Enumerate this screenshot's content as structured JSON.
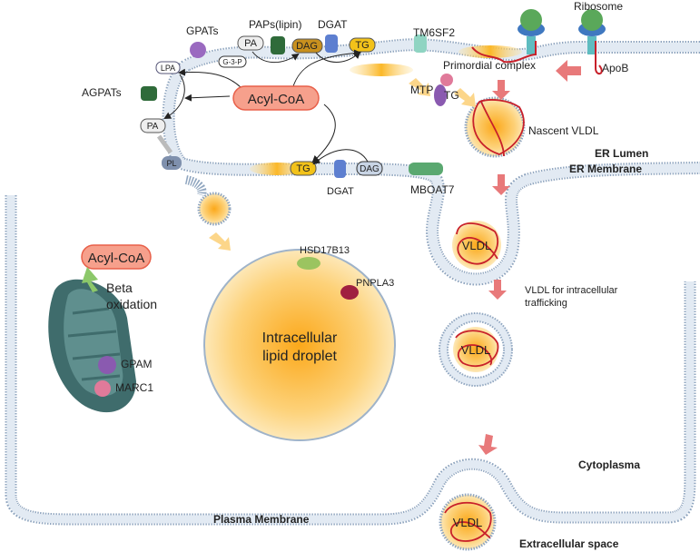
{
  "labels": {
    "gpats": "GPATs",
    "paps": "PAPs(lipin)",
    "dgat_top": "DGAT",
    "tm6sf2": "TM6SF2",
    "ribosome": "Ribosome",
    "primordial": "Primordial complex",
    "apob": "ApoB",
    "mtp": "MTP",
    "tg_mtp": "TG",
    "agpats": "AGPATs",
    "acyl_coa_main": "Acyl-CoA",
    "nascent_vldl": "Nascent VLDL",
    "er_lumen": "ER Lumen",
    "er_membrane": "ER Membrane",
    "dgat_bottom": "DGAT",
    "mboat7": "MBOAT7",
    "hsd17b13": "HSD17B13",
    "pnpla3": "PNPLA3",
    "acyl_coa_mito": "Acyl-CoA",
    "beta_ox_1": "Beta",
    "beta_ox_2": "oxidation",
    "gpam": "GPAM",
    "marc1": "MARC1",
    "lipid_droplet_1": "Intracellular",
    "lipid_droplet_2": "lipid droplet",
    "vldl_traffic_1": "VLDL for intracellular",
    "vldl_traffic_2": "trafficking",
    "vldl_1": "VLDL",
    "vldl_2": "VLDL",
    "vldl_3": "VLDL",
    "cytoplasma": "Cytoplasma",
    "plasma_membrane": "Plasma Membrane",
    "extracellular": "Extracellular space"
  },
  "pills": {
    "pa_top": "PA",
    "dag_top": "DAG",
    "tg_top": "TG",
    "g3p": "G-3-P",
    "lpa": "LPA",
    "pa_left": "PA",
    "pl": "PL",
    "tg_bottom": "TG",
    "dag_bottom": "DAG"
  },
  "colors": {
    "acyl_coa_fill": "#f6a08c",
    "acyl_coa_stroke": "#e8604a",
    "lipid": "#fbb829",
    "apob": "#c8202a",
    "arrow_red": "#e8797a",
    "arrow_yellow": "#fcd68a",
    "membrane": "#e2eaf3",
    "membrane_edge": "#8fa5bf"
  }
}
